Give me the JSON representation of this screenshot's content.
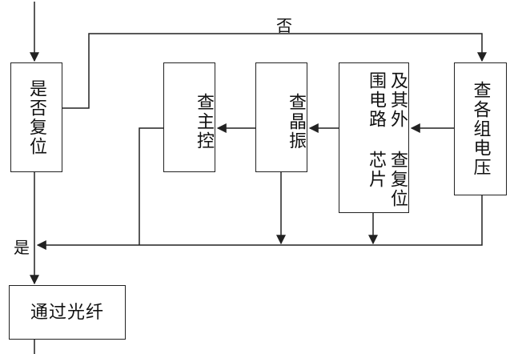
{
  "nodes": {
    "reset": "是否复位",
    "main": "查主控",
    "crystal": "查晶振",
    "reset_chip_a": "查复位芯片",
    "reset_chip_b": "及其外围电路",
    "voltage": "查各组电压",
    "fiber": "通过光纤"
  },
  "labels": {
    "no": "否",
    "yes": "是"
  },
  "colors": {
    "line": "#222222",
    "box_fill": "#ffffff"
  }
}
